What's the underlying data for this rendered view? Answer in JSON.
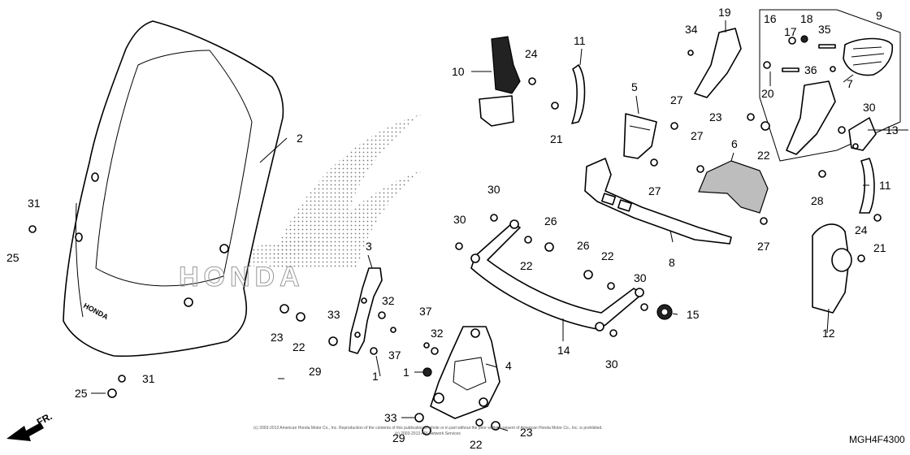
{
  "diagram": {
    "callouts": [
      "1",
      "2",
      "3",
      "4",
      "5",
      "6",
      "7",
      "8",
      "9",
      "10",
      "11",
      "12",
      "13",
      "14",
      "15",
      "16",
      "17",
      "18",
      "19",
      "20",
      "21",
      "22",
      "23",
      "24",
      "25",
      "26",
      "27",
      "28",
      "29",
      "30",
      "31",
      "32",
      "33",
      "34",
      "35",
      "36",
      "37"
    ],
    "brand_mark": "HONDA",
    "windscreen_text": "HONDA",
    "front_indicator": "FR.",
    "diagram_code": "MGH4F4300",
    "copyright_text": "(c) 2003-2013 American Honda Motor Co., Inc. Reproduction of the contents of this publication in whole or in part without the prior written consent of American Honda Motor Co., Inc. is prohibited.",
    "copyright_text_2": "(c) 2003-2013 ARI Network Services"
  }
}
